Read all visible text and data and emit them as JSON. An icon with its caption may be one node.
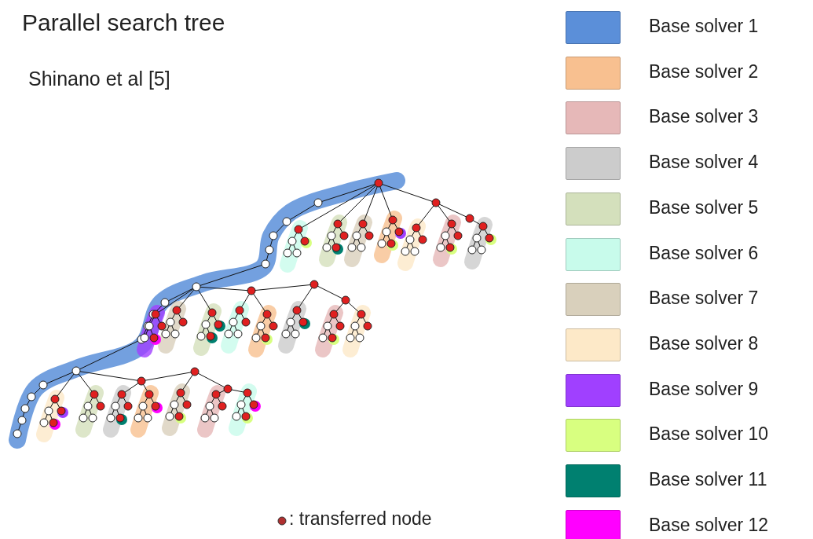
{
  "diagram": {
    "title": "Parallel search tree",
    "labels": [
      "Shinano et al [5]"
    ],
    "legend": [
      {
        "text": "Base solver 1",
        "color": "#5b8fd9"
      },
      {
        "text": "Base solver 2",
        "color": "#f8c090"
      },
      {
        "text": "Base solver 3",
        "color": "#e6b8b8"
      },
      {
        "text": "Base solver 4",
        "color": "#cccccc"
      },
      {
        "text": "Base solver 5",
        "color": "#d4e0bc"
      },
      {
        "text": "Base solver 6",
        "color": "#c8fbeb"
      },
      {
        "text": "Base solver 7",
        "color": "#d9d0bc"
      },
      {
        "text": "Base solver 8",
        "color": "#fde9c8"
      },
      {
        "text": "Base solver 9",
        "color": "#a040ff"
      },
      {
        "text": "Base solver 10",
        "color": "#d8ff80"
      },
      {
        "text": "Base solver 11",
        "color": "#008070"
      },
      {
        "text": "Base solver 12",
        "color": "#ff00ff"
      },
      {
        "text": ": transferred node"
      }
    ]
  }
}
